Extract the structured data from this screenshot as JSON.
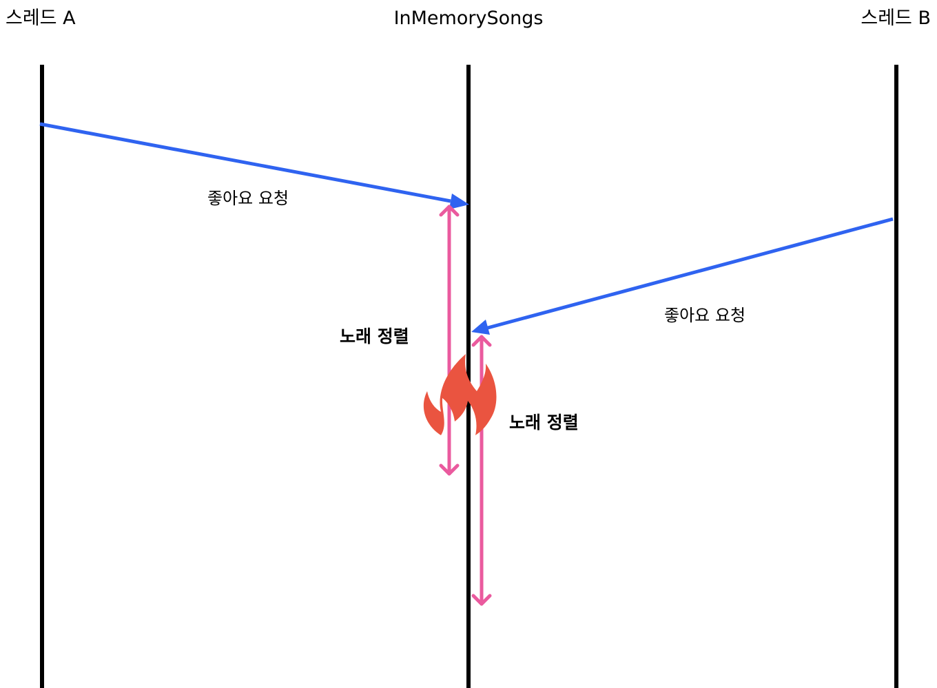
{
  "lanes": {
    "thread_a": {
      "title": "스레드 A"
    },
    "shared": {
      "title": "InMemorySongs"
    },
    "thread_b": {
      "title": "스레드 B"
    }
  },
  "messages": {
    "a_to_shared": {
      "label": "좋아요 요청"
    },
    "b_to_shared": {
      "label": "좋아요 요청"
    }
  },
  "processes": {
    "sort_a": {
      "label": "노래 정렬"
    },
    "sort_b": {
      "label": "노래 정렬"
    }
  },
  "icons": {
    "conflict": "fire-icon"
  },
  "colors": {
    "lifeline": "#000000",
    "message_arrow": "#2f63f0",
    "process_arrow": "#ea5a9e",
    "fire": "#ea5440"
  }
}
